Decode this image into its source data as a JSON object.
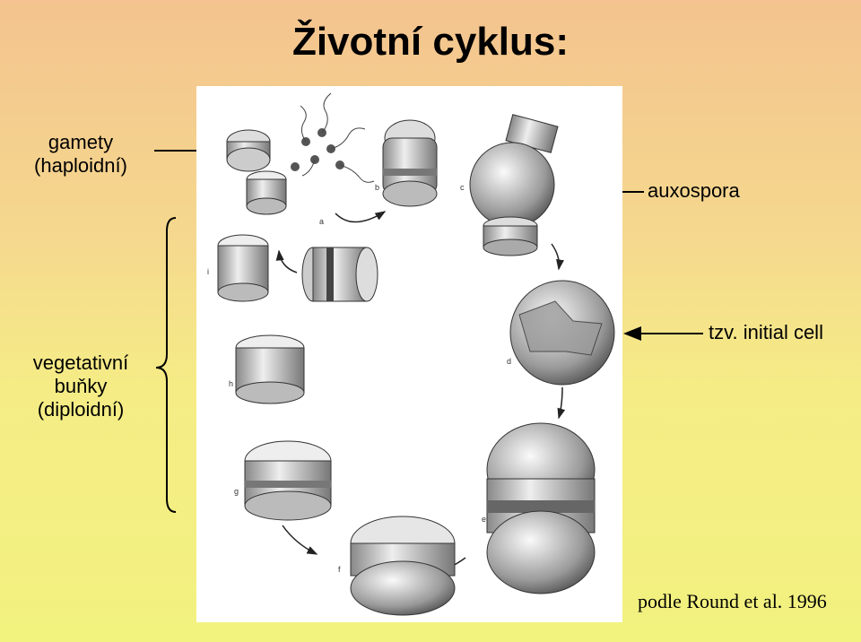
{
  "title": "Životní cyklus:",
  "labels": {
    "gametes_line1": "gamety",
    "gametes_line2": "(haploidní)",
    "auxospore": "auxospora",
    "vegetative_line1": "vegetativní",
    "vegetative_line2": "buňky",
    "vegetative_line3": "(diploidní)",
    "initial_cell": "tzv. initial cell",
    "credit": "podle Round et al. 1996"
  },
  "figure_letters": [
    "a",
    "b",
    "c",
    "d",
    "e",
    "f",
    "g",
    "h",
    "i"
  ]
}
